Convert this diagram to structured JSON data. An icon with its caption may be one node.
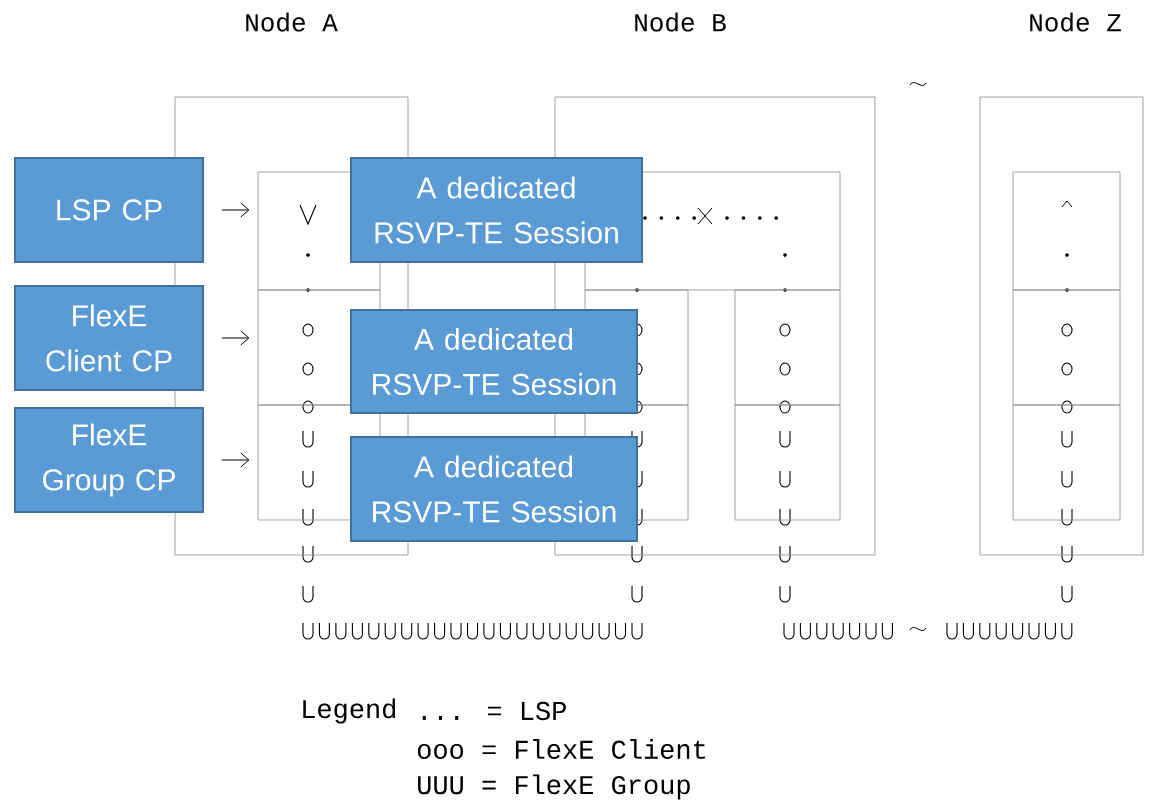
{
  "diagram": {
    "nodes": [
      {
        "text": [
          "Node A"
        ]
      },
      {
        "text": [],
        "shape": "box",
        "in": 0
      },
      {
        "text": [],
        "shape": "box",
        "in": 0
      },
      {
        "text": [],
        "shape": "box",
        "in": 0
      },
      {
        "text": [
          "Node B"
        ]
      },
      {
        "text": [],
        "shape": "box",
        "in": 4
      },
      {
        "text": [],
        "shape": "box",
        "in": 4
      },
      {
        "text": [],
        "shape": "box",
        "in": 4
      },
      {
        "text": [],
        "shape": "box",
        "in": 4
      },
      {
        "text": [],
        "shape": "box",
        "in": 4
      },
      {
        "text": [
          "Node Z"
        ]
      },
      {
        "text": [],
        "shape": "box",
        "in": 10
      },
      {
        "text": [],
        "shape": "box",
        "in": 10
      },
      {
        "text": [],
        "shape": "box",
        "in": 10
      },
      {
        "text": [
          "LSP CP"
        ]
      },
      {
        "text": [
          "A dedicated RSVP-TE Session"
        ]
      },
      {
        "text": [
          "FlexE Client CP"
        ]
      },
      {
        "text": [
          "A dedicated RSVP-TE Session"
        ]
      },
      {
        "text": [
          "FlexE Group CP"
        ]
      },
      {
        "text": [
          "A dedicated RSVP-TE Session"
        ]
      }
    ],
    "edges": [
      {
        "from": 14,
        "to": 1,
        "arrow": "to"
      },
      {
        "from": 16,
        "to": 2,
        "arrow": "to"
      },
      {
        "from": 18,
        "to": 3,
        "arrow": "to"
      }
    ],
    "labels": [
      "Legend",
      "... = LSP",
      "ooo = FlexE Client",
      "UUU = FlexE Group"
    ]
  }
}
